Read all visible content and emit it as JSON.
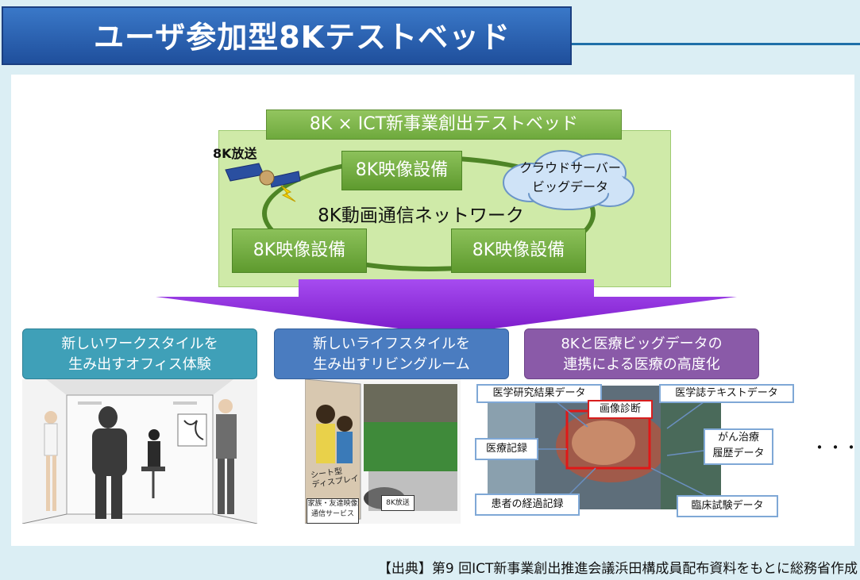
{
  "title": "ユーザ参加型8Kテストベッド",
  "testbed": {
    "header": "8K × ICT新事業創出テストベッド",
    "broadcast_label": "8K放送",
    "equipment_top": "8K映像設備",
    "equipment_left": "8K映像設備",
    "equipment_right": "8K映像設備",
    "network_label": "8K動画通信ネットワーク",
    "cloud_line1": "クラウドサーバー",
    "cloud_line2": "ビッグデータ"
  },
  "scenarios": [
    {
      "line1": "新しいワークスタイルを",
      "line2": "生み出すオフィス体験"
    },
    {
      "line1": "新しいライフスタイルを",
      "line2": "生み出すリビングルーム"
    },
    {
      "line1": "8Kと医療ビッグデータの",
      "line2": "連携による医療の高度化"
    }
  ],
  "living": {
    "seat_display": "シート型\nディスプレイ",
    "family_service": "家族・友達映像\n通信サービス",
    "broadcast": "8K放送"
  },
  "medical": {
    "research": "医学研究結果データ",
    "journal": "医学誌テキストデータ",
    "diagnosis": "画像診断",
    "records": "医療記録",
    "cancer_line1": "がん治療",
    "cancer_line2": "履歴データ",
    "progress": "患者の経過記録",
    "trials": "臨床試験データ"
  },
  "ellipsis": "・・・",
  "source": "【出典】第9 回ICT新事業創出推進会議浜田構成員配布資料をもとに総務省作成",
  "colors": {
    "title_blue": "#1f4f9c",
    "green": "#6ea93d",
    "teal": "#3fa0b8",
    "blue": "#4a7cc0",
    "purple": "#8a5aa8",
    "arrow": "#9b30e0"
  }
}
